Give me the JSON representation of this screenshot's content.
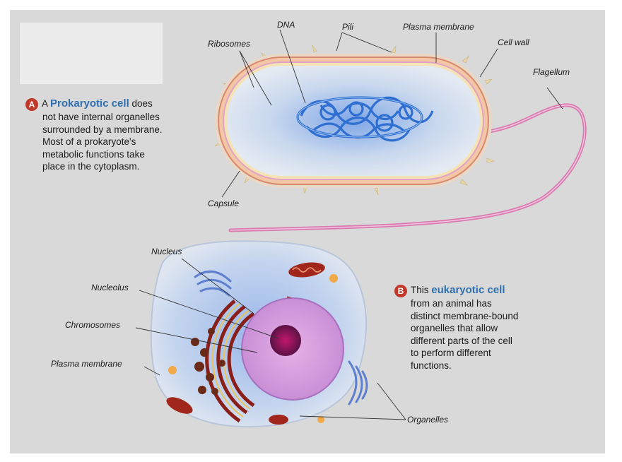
{
  "caption_a": {
    "badge": "A",
    "prefix": "A ",
    "term": "Prokaryotic cell",
    "line1_suffix": " does",
    "lines": [
      "not have internal organelles",
      "surrounded by a membrane.",
      "Most of a prokaryote's",
      "metabolic functions take",
      "place in the cytoplasm."
    ]
  },
  "caption_b": {
    "badge": "B",
    "prefix": "This ",
    "term": "eukaryotic cell",
    "lines": [
      "from an animal has",
      "distinct membrane-bound",
      "organelles that allow",
      "different parts of the cell",
      "to perform different",
      "functions."
    ]
  },
  "prokaryote_labels": {
    "ribosomes": "Ribosomes",
    "dna": "DNA",
    "pili": "Pili",
    "plasma_membrane": "Plasma membrane",
    "cell_wall": "Cell wall",
    "flagellum": "Flagellum",
    "capsule": "Capsule"
  },
  "eukaryote_labels": {
    "nucleus": "Nucleus",
    "nucleolus": "Nucleolus",
    "chromosomes": "Chromosomes",
    "plasma_membrane": "Plasma membrane",
    "organelles": "Organelles"
  },
  "colors": {
    "badge": "#c0392b",
    "term": "#2e6fb0",
    "dna": "#2f6fd1",
    "cell_wall": "#d98a6e",
    "flagellum": "#d97ab0",
    "cytoplasm_blue": "#8fb3e6",
    "nucleus_pink": "#d48bd6",
    "er_red": "#8a1f1a"
  }
}
